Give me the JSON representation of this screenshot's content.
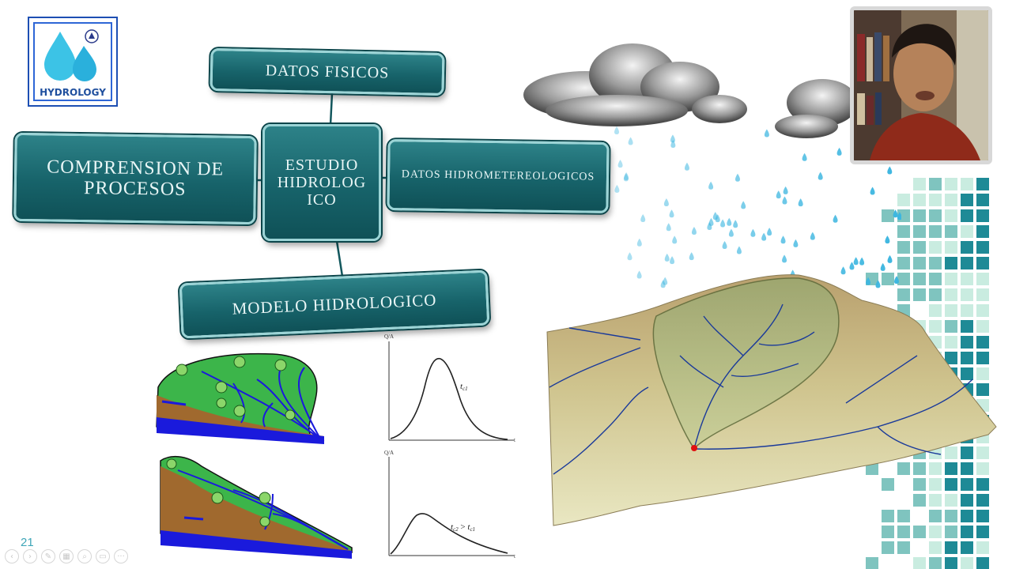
{
  "logo": {
    "text": "HYDROLOGY"
  },
  "concept_map": {
    "datos_fisicos": "DATOS FISICOS",
    "comprension_line1": "COMPRENSION DE",
    "comprension_line2": "PROCESOS",
    "estudio_line1": "ESTUDIO",
    "estudio_line2": "HIDROLOG",
    "estudio_line3": "ICO",
    "datos_hidro": "DATOS HIDROMETEREOLOGICOS",
    "modelo": "MODELO HIDROLOGICO"
  },
  "hydrographs": {
    "top": {
      "y_label": "Q/A",
      "x_label": "t",
      "annotation": "t",
      "annotation_sub": "c1"
    },
    "bottom": {
      "y_label": "Q/A",
      "x_label": "t",
      "annotation_a": "t",
      "annotation_a_sub": "c2",
      "annotation_op": " > ",
      "annotation_b": "t",
      "annotation_b_sub": "c1"
    }
  },
  "slide_number": "21",
  "toolbar": {
    "items": [
      "prev-icon",
      "next-icon",
      "pen-icon",
      "slides-icon",
      "zoom-icon",
      "subtitles-icon",
      "more-icon"
    ],
    "prev": "‹",
    "next": "›",
    "pen": "✎",
    "slides": "▦",
    "zoom": "⌕",
    "subtitles": "▭",
    "more": "···"
  },
  "colors": {
    "teal_box": "#17636a",
    "teal_border": "#9bd4d6",
    "rain": "#3cb6e0",
    "mosaic_dark": "#1e8a96",
    "mosaic_light": "#c9ece0",
    "land_green": "#3cb54a",
    "soil": "#a0692e",
    "water": "#1a1adc"
  }
}
